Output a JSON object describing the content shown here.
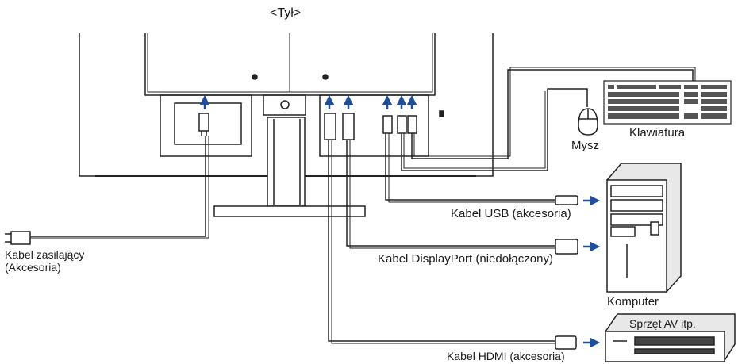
{
  "title": "<Tył>",
  "devices": {
    "keyboard": "Klawiatura",
    "mouse": "Mysz",
    "computer": "Komputer",
    "av_equipment": "Sprzęt AV itp."
  },
  "cables": {
    "usb": "Kabel USB (akcesoria)",
    "displayport": "Kabel DisplayPort (niedołączony)",
    "power_line1": "Kabel zasilający",
    "power_line2": "(Akcesoria)",
    "hdmi": "Kabel HDMI (akcesoria)"
  },
  "colors": {
    "arrow": "#1f4e9c",
    "line": "#222222"
  }
}
